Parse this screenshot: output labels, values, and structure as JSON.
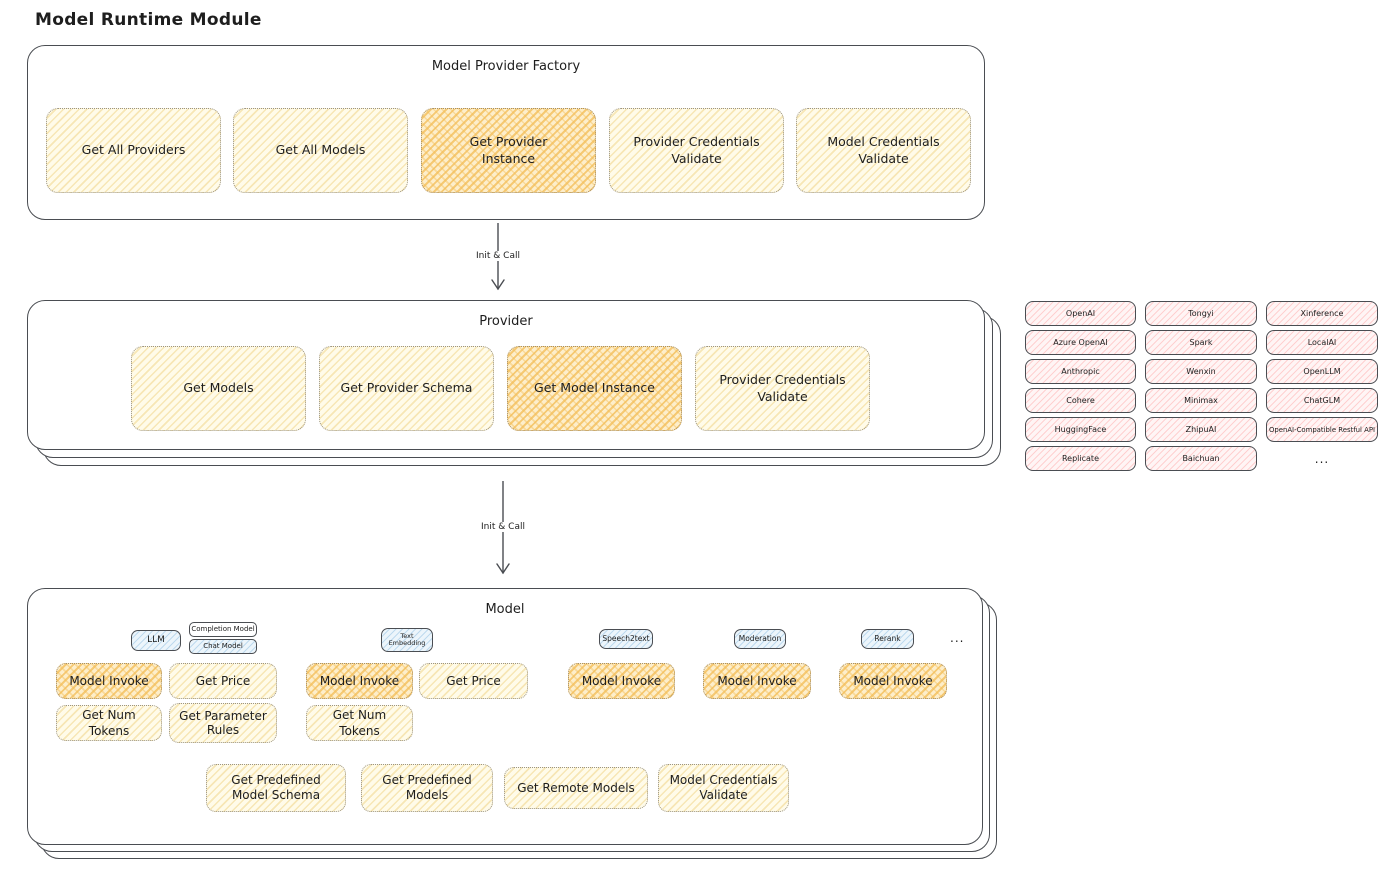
{
  "page_title": "Model Runtime Module",
  "colors": {
    "node_yellow": "#fffbe9",
    "node_highlight_orange": "#f3bf5c",
    "chip_pink": "#ffdede",
    "tab_blue": "#d9ecf8",
    "outline_dark": "#4a4d52"
  },
  "factory": {
    "title": "Model Provider Factory",
    "buttons": [
      {
        "label": "Get All Providers",
        "highlighted": false
      },
      {
        "label": "Get All Models",
        "highlighted": false
      },
      {
        "label": "Get Provider Instance",
        "highlighted": true
      },
      {
        "label": "Provider Credentials Validate",
        "highlighted": false
      },
      {
        "label": "Model Credentials Validate",
        "highlighted": false
      }
    ]
  },
  "arrows": {
    "factory_to_provider": "Init & Call",
    "provider_to_model": "Init & Call"
  },
  "provider": {
    "title": "Provider",
    "buttons": [
      {
        "label": "Get Models",
        "highlighted": false
      },
      {
        "label": "Get Provider Schema",
        "highlighted": false
      },
      {
        "label": "Get Model Instance",
        "highlighted": true
      },
      {
        "label": "Provider Credentials Validate",
        "highlighted": false
      }
    ]
  },
  "provider_grid": {
    "rows": [
      [
        "OpenAI",
        "Tongyi",
        "Xinference"
      ],
      [
        "Azure OpenAI",
        "Spark",
        "LocalAI"
      ],
      [
        "Anthropic",
        "Wenxin",
        "OpenLLM"
      ],
      [
        "Cohere",
        "Minimax",
        "ChatGLM"
      ],
      [
        "HuggingFace",
        "ZhipuAI",
        "OpenAI-Compatible Restful API"
      ],
      [
        "Replicate",
        "Baichuan"
      ]
    ],
    "more_label": "..."
  },
  "model": {
    "title": "Model",
    "llm_group": {
      "tab": "LLM",
      "subtabs": [
        "Completion Model",
        "Chat Model"
      ],
      "buttons": [
        {
          "label": "Model Invoke",
          "highlighted": true
        },
        {
          "label": "Get Price",
          "highlighted": false
        },
        {
          "label": "Get Num Tokens",
          "highlighted": false
        },
        {
          "label": "Get Parameter Rules",
          "highlighted": false
        }
      ]
    },
    "text_embedding_group": {
      "tab": "Text Embedding",
      "buttons": [
        {
          "label": "Model Invoke",
          "highlighted": true
        },
        {
          "label": "Get Price",
          "highlighted": false
        },
        {
          "label": "Get Num Tokens",
          "highlighted": false
        }
      ]
    },
    "speech2text_group": {
      "tab": "Speech2text",
      "buttons": [
        {
          "label": "Model Invoke",
          "highlighted": true
        }
      ]
    },
    "moderation_group": {
      "tab": "Moderation",
      "buttons": [
        {
          "label": "Model Invoke",
          "highlighted": true
        }
      ]
    },
    "rerank_group": {
      "tab": "Rerank",
      "buttons": [
        {
          "label": "Model Invoke",
          "highlighted": true
        }
      ]
    },
    "more_label": "...",
    "shared_buttons": [
      "Get Predefined Model Schema",
      "Get Predefined Models",
      "Get Remote Models",
      "Model Credentials Validate"
    ]
  }
}
